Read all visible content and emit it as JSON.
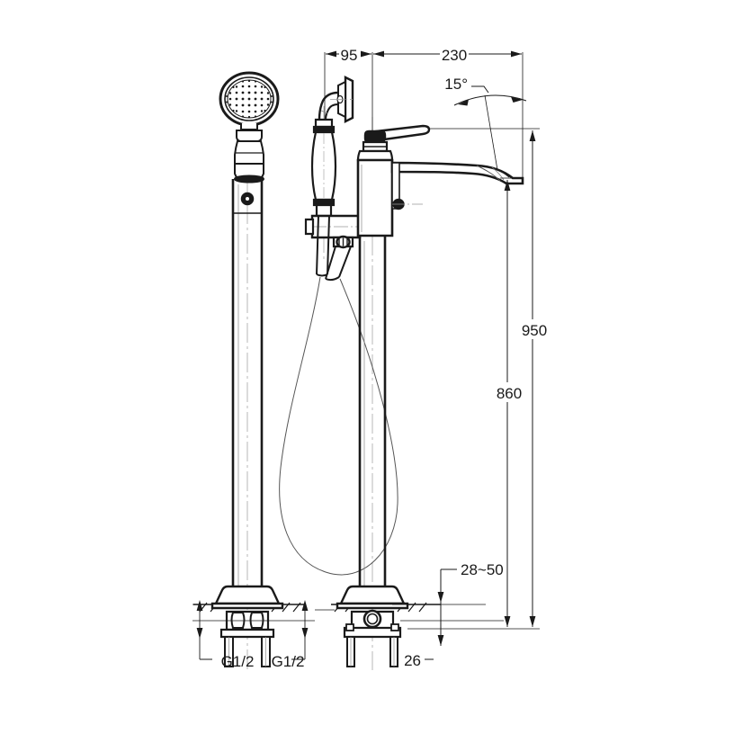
{
  "drawing": {
    "title": "Floor Standing Bath Shower Mixer",
    "type": "technical-dimension-drawing",
    "projection": "front-elevation",
    "units": "mm",
    "background_color": "#ffffff",
    "line_color": "#1a1a1a",
    "thin_line_color": "#555555",
    "centerline_color": "#888888"
  },
  "dimensions": {
    "handshower_offset": {
      "label": "95",
      "value": 95,
      "orientation": "horizontal",
      "position": "top-left"
    },
    "spout_reach": {
      "label": "230",
      "value": 230,
      "orientation": "horizontal",
      "position": "top-right"
    },
    "spout_angle": {
      "label": "15°",
      "value": 15,
      "orientation": "angular",
      "position": "top-right-arc"
    },
    "overall_height": {
      "label": "950",
      "value": 950,
      "orientation": "vertical",
      "position": "right-outer"
    },
    "spout_height": {
      "label": "860",
      "value": 860,
      "orientation": "vertical",
      "position": "right-inner"
    },
    "floor_adjust": {
      "label": "28~50",
      "value": "28~50",
      "orientation": "vertical",
      "position": "lower-right"
    },
    "base_depth": {
      "label": "26",
      "value": 26,
      "orientation": "vertical",
      "position": "bottom-right"
    },
    "inlet_left": {
      "label": "G1/2",
      "value": "G1/2",
      "orientation": "leader",
      "position": "bottom-left-a"
    },
    "inlet_right": {
      "label": "G1/2",
      "value": "G1/2",
      "orientation": "leader",
      "position": "bottom-left-b"
    }
  },
  "components": [
    {
      "name": "handshower-head",
      "description": "Round perforated shower head face"
    },
    {
      "name": "handshower-handle",
      "description": "Tapered handle body"
    },
    {
      "name": "handshower-holder",
      "description": "Wall hook bracket with flange"
    },
    {
      "name": "handshower-riser",
      "description": "Left vertical floor column"
    },
    {
      "name": "mixer-riser",
      "description": "Right vertical floor column"
    },
    {
      "name": "lever-handle",
      "description": "Single lever mixer handle"
    },
    {
      "name": "spout",
      "description": "Curved bath filler spout"
    },
    {
      "name": "diverter-valve",
      "description": "Diverter body with hose outlet"
    },
    {
      "name": "flexible-hose",
      "description": "Looped flexible shower hose"
    },
    {
      "name": "escutcheon-left",
      "description": "Left floor cover plate"
    },
    {
      "name": "escutcheon-right",
      "description": "Right floor cover plate"
    },
    {
      "name": "floor-line",
      "description": "Finished floor hatched datum"
    },
    {
      "name": "inlet-connectors",
      "description": "Threaded supply connectors"
    }
  ]
}
